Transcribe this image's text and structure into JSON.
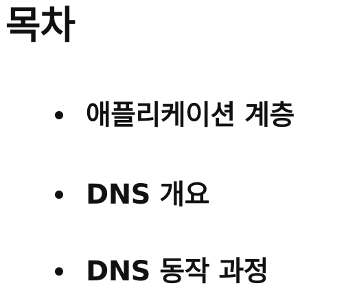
{
  "title": "목차",
  "items": [
    {
      "label": "애플리케이션 계층"
    },
    {
      "label": "DNS 개요"
    },
    {
      "label": "DNS 동작 과정"
    }
  ]
}
